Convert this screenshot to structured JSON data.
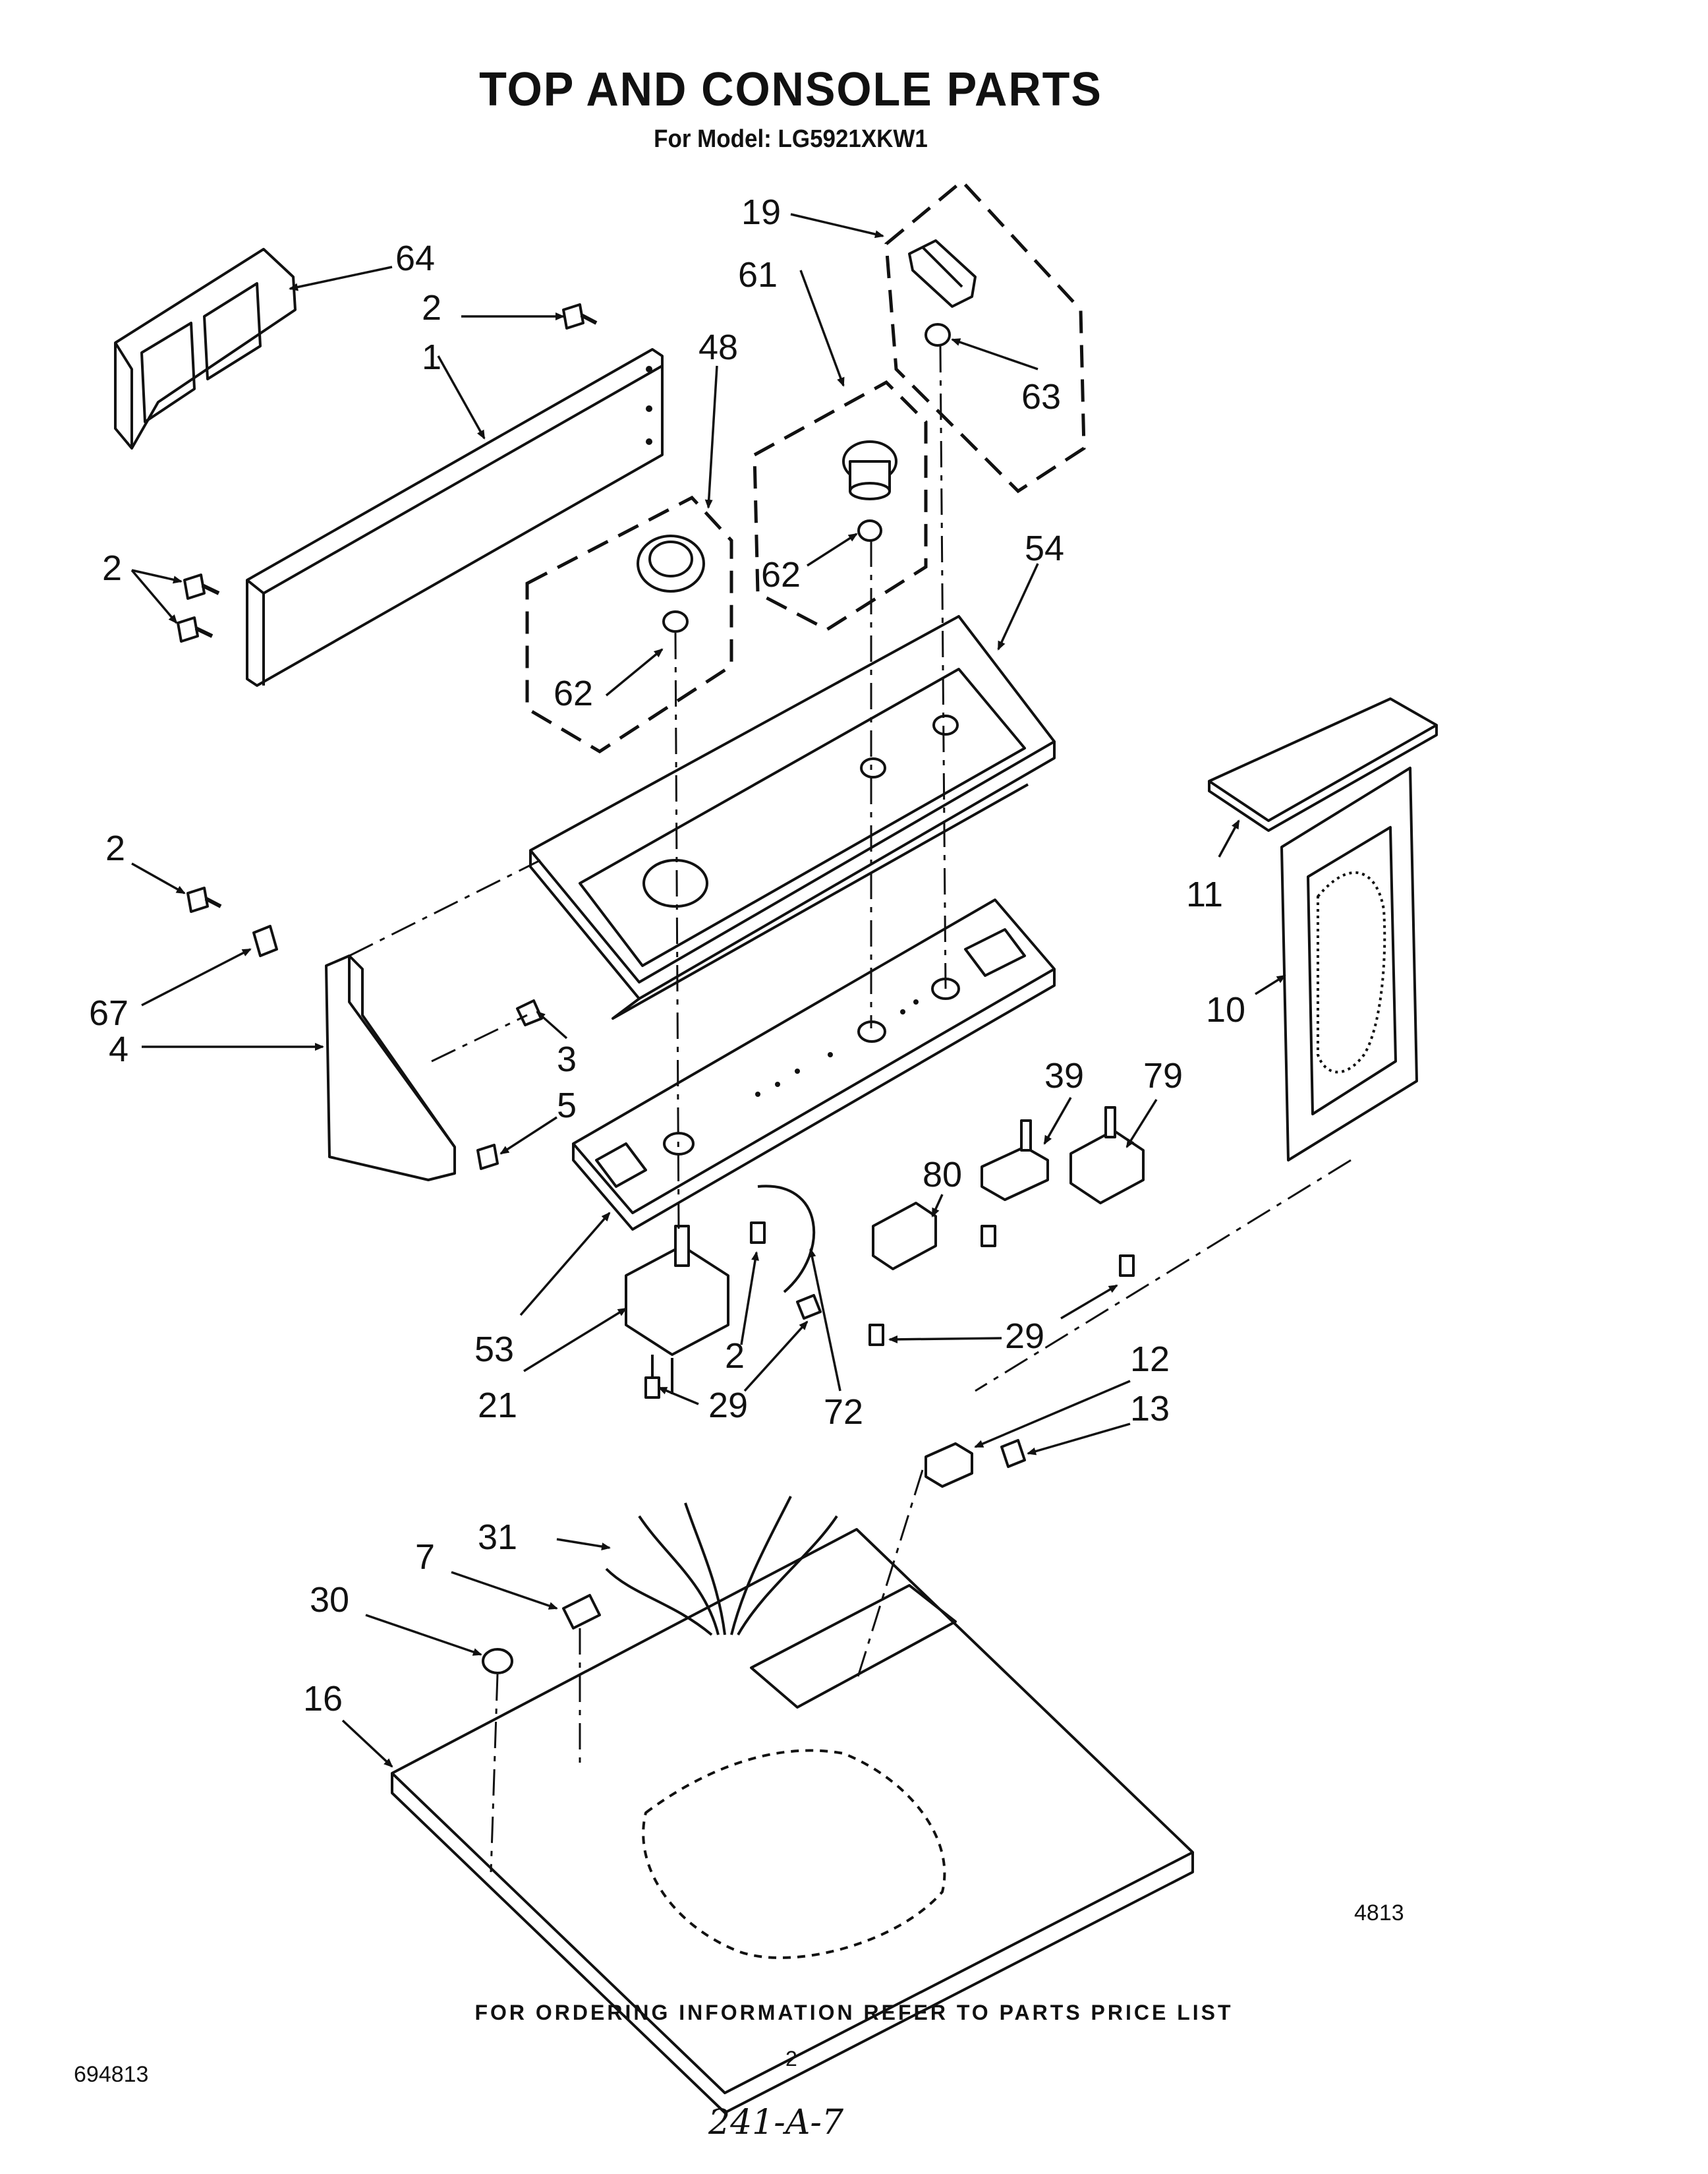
{
  "header": {
    "title": "TOP AND CONSOLE PARTS",
    "model_line": "For Model: LG5921XKW1"
  },
  "callouts": {
    "c1": "1",
    "c2a": "2",
    "c2b": "2",
    "c2c": "2",
    "c2d": "2",
    "c3": "3",
    "c4": "4",
    "c5": "5",
    "c7": "7",
    "c10": "10",
    "c11": "11",
    "c12": "12",
    "c13": "13",
    "c16": "16",
    "c19": "19",
    "c21": "21",
    "c29a": "29",
    "c29b": "29",
    "c30": "30",
    "c31": "31",
    "c39": "39",
    "c48": "48",
    "c53": "53",
    "c54": "54",
    "c61": "61",
    "c62a": "62",
    "c62b": "62",
    "c63": "63",
    "c64": "64",
    "c67": "67",
    "c72": "72",
    "c79": "79",
    "c80": "80"
  },
  "figure_id": "4813",
  "footer": {
    "ordering_note": "FOR ORDERING INFORMATION REFER TO PARTS PRICE LIST",
    "document_number": "694813",
    "page_number": "2",
    "handwritten_note": "241-A-7"
  }
}
